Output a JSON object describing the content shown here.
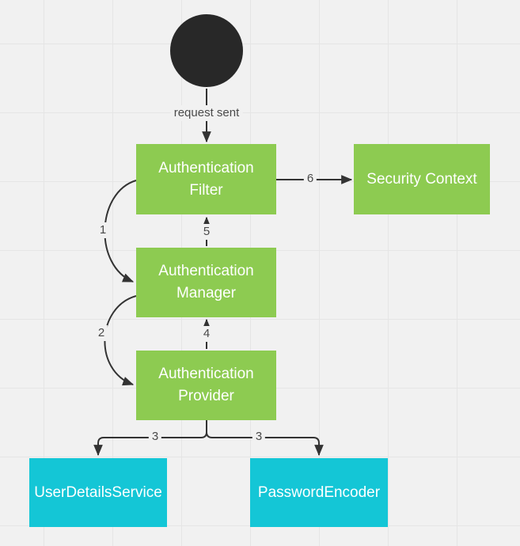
{
  "colors": {
    "canvas_bg": "#f1f1f1",
    "grid_color": "#e5e5e5",
    "node_green": "#8dcb51",
    "node_cyan": "#14c6d6",
    "node_text": "#ffffff",
    "edge_color": "#333333",
    "edge_label_color": "#4a4a4a",
    "start_node_color": "#282828"
  },
  "nodes": {
    "start": {
      "label": "",
      "type": "start-circle"
    },
    "authentication_filter": {
      "label": "Authentication\nFilter",
      "color": "#8dcb51"
    },
    "security_context": {
      "label": "Security Context",
      "color": "#8dcb51"
    },
    "authentication_manager": {
      "label": "Authentication\nManager",
      "color": "#8dcb51"
    },
    "authentication_provider": {
      "label": "Authentication\nProvider",
      "color": "#8dcb51"
    },
    "user_details_service": {
      "label": "UserDetailsService",
      "color": "#14c6d6"
    },
    "password_encoder": {
      "label": "PasswordEncoder",
      "color": "#14c6d6"
    }
  },
  "edges": {
    "request_sent": {
      "label": "request sent",
      "from": "start",
      "to": "authentication_filter"
    },
    "step_1": {
      "label": "1",
      "from": "authentication_filter",
      "to": "authentication_manager"
    },
    "step_2": {
      "label": "2",
      "from": "authentication_manager",
      "to": "authentication_provider"
    },
    "step_3_left": {
      "label": "3",
      "from": "authentication_provider",
      "to": "user_details_service"
    },
    "step_3_right": {
      "label": "3",
      "from": "authentication_provider",
      "to": "password_encoder"
    },
    "step_4": {
      "label": "4",
      "from": "authentication_provider",
      "to": "authentication_manager"
    },
    "step_5": {
      "label": "5",
      "from": "authentication_manager",
      "to": "authentication_filter"
    },
    "step_6": {
      "label": "6",
      "from": "authentication_filter",
      "to": "security_context"
    }
  }
}
